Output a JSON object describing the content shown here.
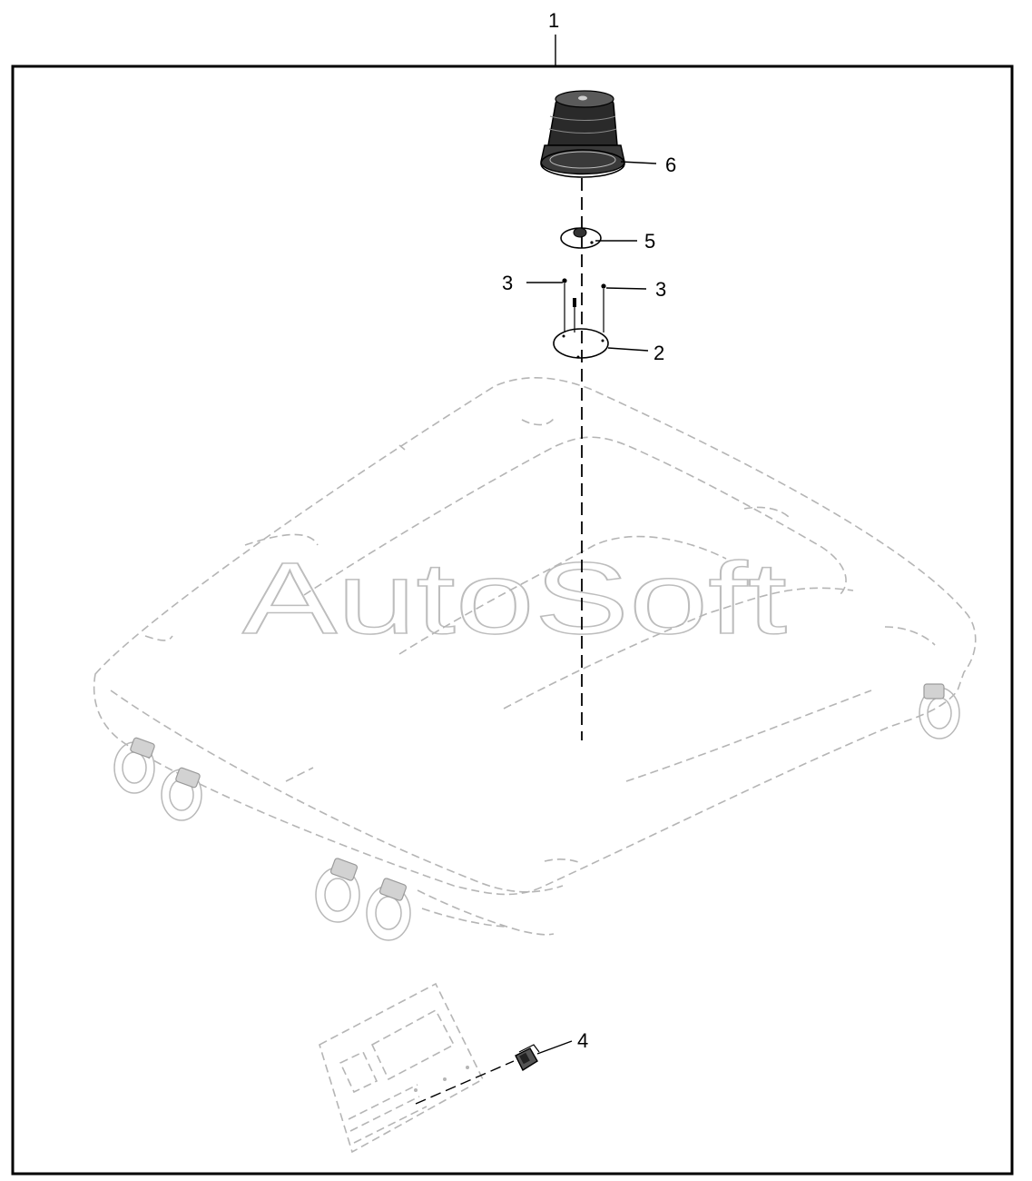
{
  "watermark": "AutoSoft",
  "callouts": {
    "assembly": "1",
    "mounting_plate": "2",
    "screw_left": "3",
    "screw_right": "3",
    "control_switch": "4",
    "adapter": "5",
    "beacon": "6"
  }
}
